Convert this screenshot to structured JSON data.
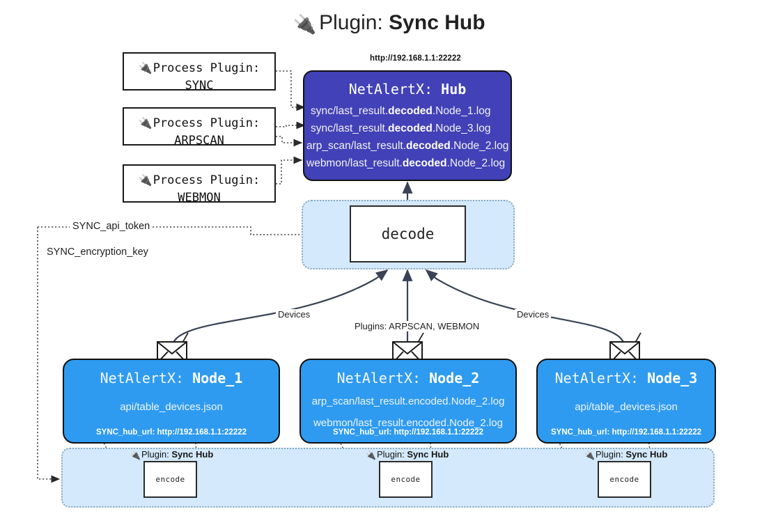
{
  "title": {
    "icon": "plug-icon",
    "glyph": "🔌",
    "prefix": "Plugin: ",
    "name": "Sync Hub"
  },
  "process_plugins": [
    {
      "glyph": "🔌",
      "line1": "Process Plugin:",
      "line2": "SYNC"
    },
    {
      "glyph": "🔌",
      "line1": "Process Plugin:",
      "line2": "ARPSCAN"
    },
    {
      "glyph": "🔌",
      "line1": "Process Plugin:",
      "line2": "WEBMON"
    }
  ],
  "hub": {
    "url": "http://192.168.1.1:22222",
    "title_prefix": "NetAlertX: ",
    "title_name": "Hub",
    "color": "#4241b7",
    "logs": [
      {
        "pre": "sync/last_result.",
        "em": "decoded",
        "post": ".Node_1.log"
      },
      {
        "pre": "sync/last_result.",
        "em": "decoded",
        "post": ".Node_3.log"
      },
      {
        "pre": "arp_scan/last_result.",
        "em": "decoded",
        "post": ".Node_2.log"
      },
      {
        "pre": "webmon/last_result.",
        "em": "decoded",
        "post": ".Node_2.log"
      }
    ]
  },
  "decode": {
    "label": "decode",
    "container_color": "#d4e9fb"
  },
  "tokens": [
    {
      "label": "SYNC_api_token"
    },
    {
      "label": "SYNC_encryption_key"
    }
  ],
  "edge_labels": {
    "devices_left": "Devices",
    "devices_right": "Devices",
    "plugins_center": "Plugins: ARPSCAN, WEBMON"
  },
  "nodes": [
    {
      "icon": "envelope-icon",
      "title_prefix": "NetAlertX: ",
      "title_name": "Node_1",
      "color": "#2f9bf0",
      "lines": [
        "api/table_devices.json"
      ],
      "footer": "SYNC_hub_url: http://192.168.1.1:22222"
    },
    {
      "icon": "envelope-icon",
      "title_prefix": "NetAlertX: ",
      "title_name": "Node_2",
      "color": "#2f9bf0",
      "lines": [
        "arp_scan/last_result.encoded.Node_2.log",
        "webmon/last_result.encoded.Node_2.log"
      ],
      "footer": "SYNC_hub_url: http://192.168.1.1:22222"
    },
    {
      "icon": "envelope-icon",
      "title_prefix": "NetAlertX: ",
      "title_name": "Node_3",
      "color": "#2f9bf0",
      "lines": [
        "api/table_devices.json"
      ],
      "footer": "SYNC_hub_url: http://192.168.1.1:22222"
    }
  ],
  "encoders": [
    {
      "glyph": "🔌",
      "tag_prefix": "Plugin: ",
      "tag_name": "Sync Hub",
      "label": "encode"
    },
    {
      "glyph": "🔌",
      "tag_prefix": "Plugin: ",
      "tag_name": "Sync Hub",
      "label": "encode"
    },
    {
      "glyph": "🔌",
      "tag_prefix": "Plugin: ",
      "tag_name": "Sync Hub",
      "label": "encode"
    }
  ]
}
